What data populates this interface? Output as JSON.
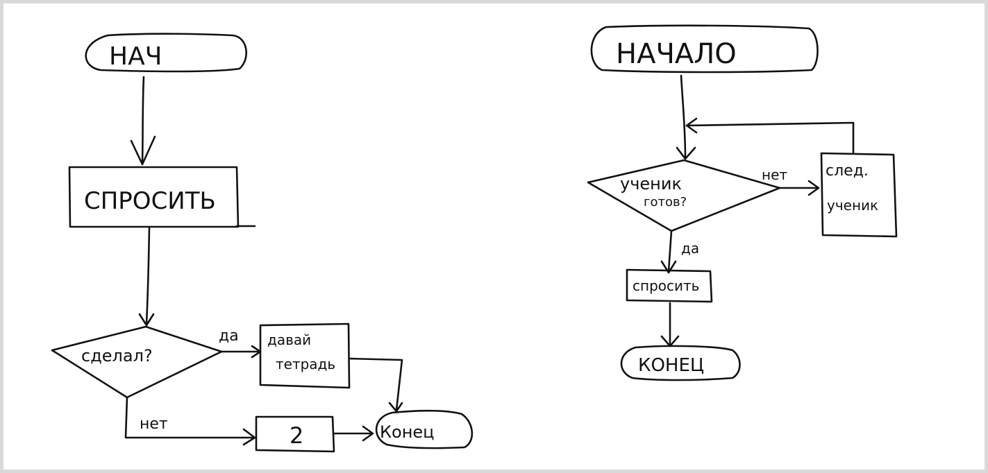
{
  "left_flow": {
    "start": "НАЧ",
    "ask": "СПРОСИТЬ",
    "decision": "сделал?",
    "yes_label": "да",
    "no_label": "нет",
    "give_line1": "давай",
    "give_line2": "тетрадь",
    "grade": "2",
    "end": "Конец"
  },
  "right_flow": {
    "start": "НАЧАЛО",
    "decision_line1": "ученик",
    "decision_line2": "готов?",
    "no_label": "нет",
    "yes_label": "да",
    "next_line1": "след.",
    "next_line2": "ученик",
    "ask": "спросить",
    "end": "КОНЕЦ"
  }
}
